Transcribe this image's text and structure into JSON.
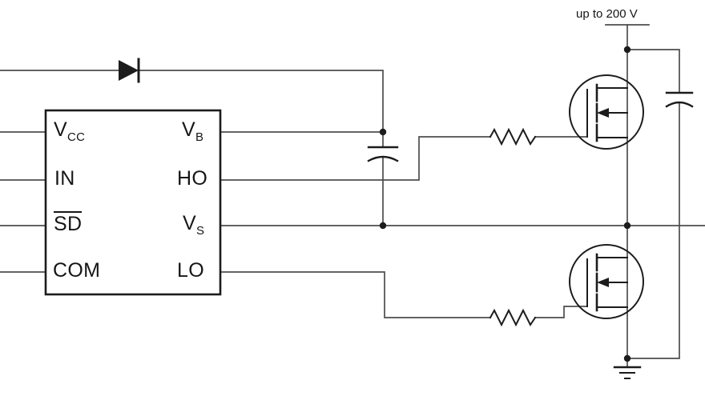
{
  "supply_label": "up to 200 V",
  "ic": {
    "pins_left": [
      {
        "base": "V",
        "sub": "CC"
      },
      {
        "base": "IN",
        "sub": ""
      },
      {
        "base": "SD",
        "sub": ""
      },
      {
        "base": "COM",
        "sub": ""
      }
    ],
    "pins_right": [
      {
        "base": "V",
        "sub": "B"
      },
      {
        "base": "HO",
        "sub": ""
      },
      {
        "base": "V",
        "sub": "S"
      },
      {
        "base": "LO",
        "sub": ""
      }
    ]
  },
  "components": {
    "bootstrap_diode": "diode",
    "bootstrap_capacitor": "capacitor",
    "bus_capacitor": "capacitor",
    "gate_resistor_high": "resistor",
    "gate_resistor_low": "resistor",
    "mosfet_high_side": "n-channel-mosfet",
    "mosfet_low_side": "n-channel-mosfet",
    "ground": "earth-ground"
  },
  "colors": {
    "wire": "#4d4d4d",
    "component": "#1c1c1c",
    "background": "#ffffff"
  }
}
